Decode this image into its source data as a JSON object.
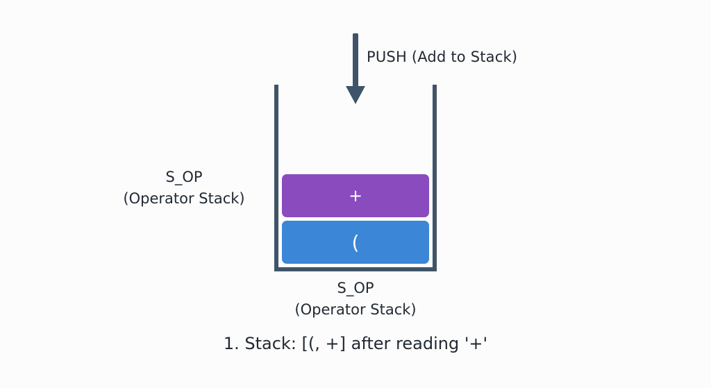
{
  "diagram": {
    "push_arrow": {
      "icon": "down-arrow-icon",
      "label": "PUSH (Add to Stack)"
    },
    "stack": {
      "name": "S_OP",
      "description": "(Operator Stack)",
      "items_top_to_bottom": [
        {
          "symbol": "+",
          "color": "#8a4bbf"
        },
        {
          "symbol": "(",
          "color": "#3b86d6"
        }
      ],
      "wall_color": "#3f5468"
    },
    "side_label": {
      "name": "S_OP",
      "description": "(Operator Stack)"
    },
    "bottom_label": {
      "name": "S_OP",
      "description": "(Operator Stack)"
    },
    "caption": "1. Stack: [(, +] after reading '+'"
  }
}
